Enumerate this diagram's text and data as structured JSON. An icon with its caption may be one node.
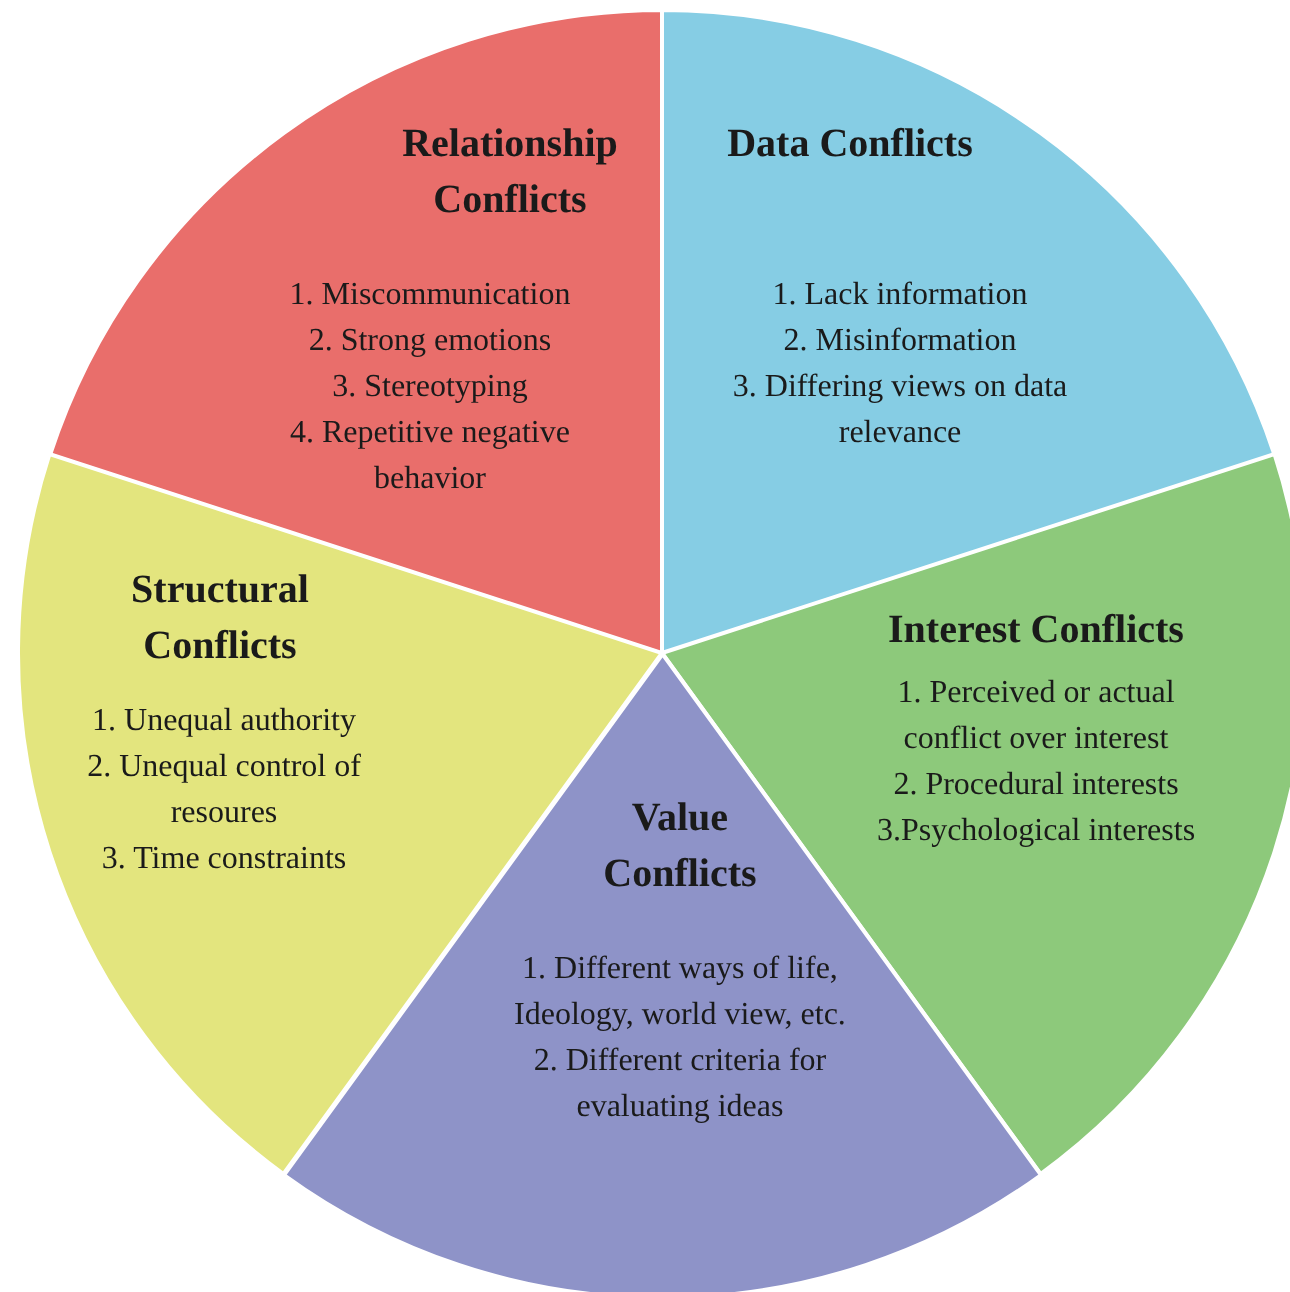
{
  "diagram": {
    "nodes": [
      {
        "text": [
          "Relationship Conflicts",
          "1. Miscommunication",
          "2. Strong emotions",
          "3. Stereotyping",
          "4. Repetitive negative behavior"
        ]
      },
      {
        "text": [
          "Data Conflicts",
          "1. Lack information",
          "2. Misinformation",
          "3. Differing views on data relevance"
        ]
      },
      {
        "text": [
          "Structural Conflicts",
          "1. Unequal authority",
          "2. Unequal control of resoures",
          "3. Time constraints"
        ]
      },
      {
        "text": [
          "Interest Conflicts",
          "1. Perceived or actual conflict over interest",
          "2. Procedural interests",
          "3.Psychological interests"
        ]
      },
      {
        "text": [
          "Value Conflicts",
          "1. Different ways of life, Ideology, world view, etc.",
          "2. Different criteria for evaluating ideas"
        ]
      }
    ]
  }
}
